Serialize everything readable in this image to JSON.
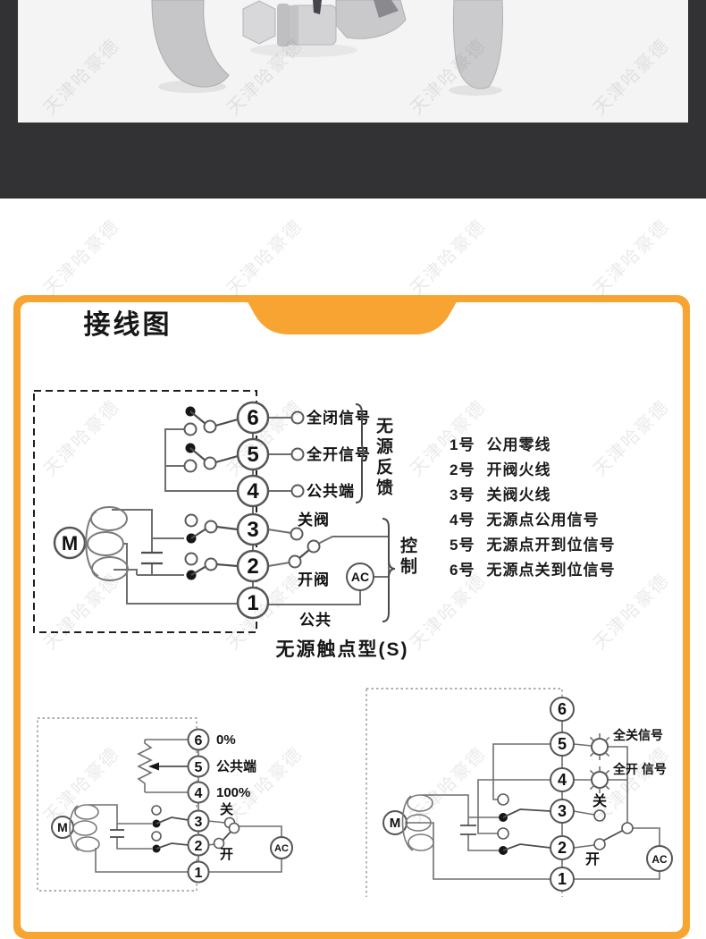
{
  "watermark": {
    "text": "天津哈豪德"
  },
  "colors": {
    "accent": "#F8A433",
    "hero_background": "#323234",
    "photo_background": "#F4F4F5"
  },
  "wiring_section": {
    "title": "接线图",
    "main_diagram": {
      "terminals": [
        "6",
        "5",
        "4",
        "3",
        "2",
        "1"
      ],
      "motor": "M",
      "ac": "AC",
      "labels": {
        "full_close_signal": "全闭信号",
        "full_open_signal": "全开信号",
        "common_terminal": "公共端",
        "close_valve": "关阀",
        "open_valve": "开阀",
        "common": "公共"
      },
      "groups": {
        "passive_feedback": "无源反馈",
        "control": "控制"
      },
      "caption": "无源触点型(S)"
    },
    "terminal_legend": [
      {
        "no": "1号",
        "desc": "公用零线"
      },
      {
        "no": "2号",
        "desc": "开阀火线"
      },
      {
        "no": "3号",
        "desc": "关阀火线"
      },
      {
        "no": "4号",
        "desc": "无源点公用信号"
      },
      {
        "no": "5号",
        "desc": "无源点开到位信号"
      },
      {
        "no": "6号",
        "desc": "无源点关到位信号"
      }
    ],
    "left_diagram": {
      "terminals": [
        "6",
        "5",
        "4",
        "3",
        "2",
        "1"
      ],
      "motor": "M",
      "ac": "AC",
      "labels": {
        "zero_percent": "0%",
        "common_terminal": "公共端",
        "hundred_percent": "100%",
        "close": "关",
        "open": "开"
      }
    },
    "right_diagram": {
      "terminals": [
        "6",
        "5",
        "4",
        "3",
        "2",
        "1"
      ],
      "motor": "M",
      "ac": "AC",
      "labels": {
        "full_close_signal": "全关信号",
        "full_open_signal": "全开 信号",
        "close": "关",
        "open": "开"
      }
    }
  }
}
